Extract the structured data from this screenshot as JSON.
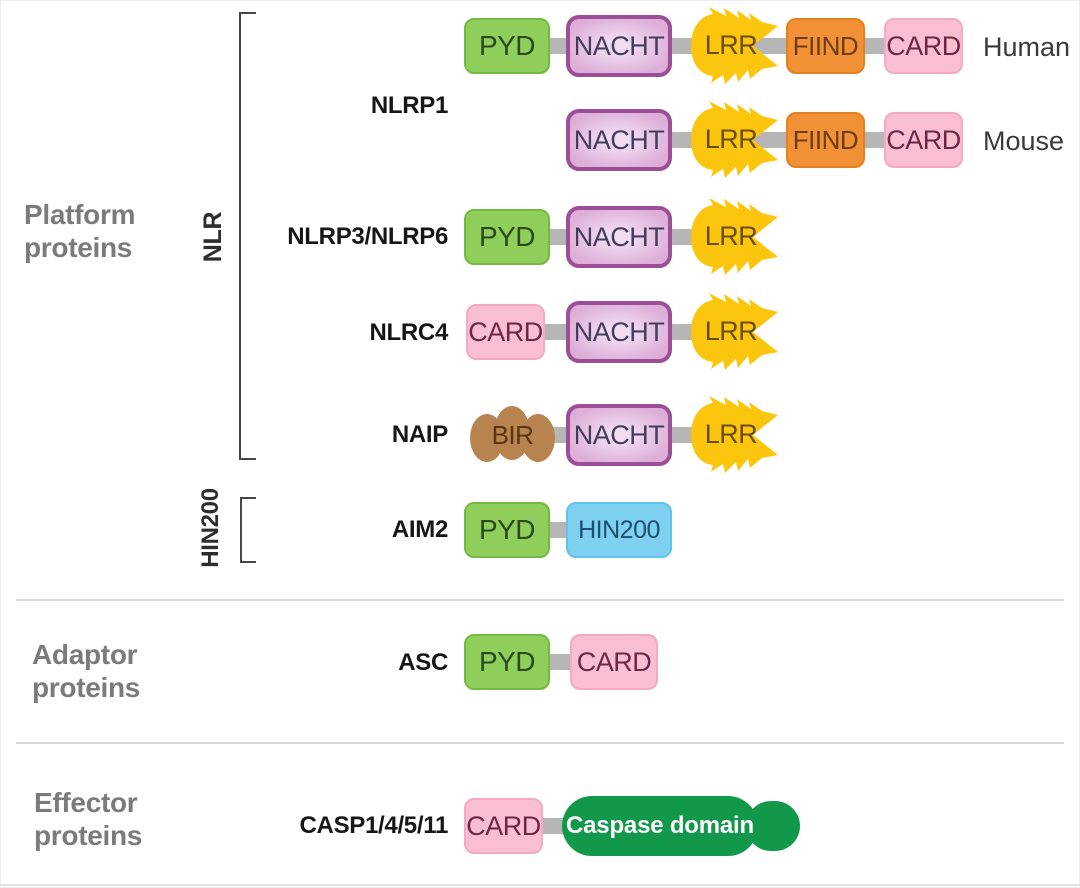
{
  "sections": {
    "platform": {
      "label": "Platform proteins"
    },
    "adaptor": {
      "label": "Adaptor proteins"
    },
    "effector": {
      "label": "Effector proteins"
    }
  },
  "groups": {
    "nlr": {
      "label": "NLR"
    },
    "hin200": {
      "label": "HIN200"
    }
  },
  "rows": {
    "nlrp1": {
      "label": "NLRP1"
    },
    "nlrp3": {
      "label": "NLRP3/NLRP6"
    },
    "nlrc4": {
      "label": "NLRC4"
    },
    "naip": {
      "label": "NAIP"
    },
    "aim2": {
      "label": "AIM2"
    },
    "asc": {
      "label": "ASC"
    },
    "casp": {
      "label": "CASP1/4/5/11"
    }
  },
  "variants": {
    "human": "Human",
    "mouse": "Mouse"
  },
  "domains": {
    "pyd": "PYD",
    "nacht": "NACHT",
    "lrr": "LRR",
    "fiind": "FIIND",
    "card": "CARD",
    "bir": "BIR",
    "hin200": "HIN200",
    "caspase": "Caspase domain"
  },
  "colors": {
    "pyd_fill": "#8fce5b",
    "nacht_fill": "#e0b3da",
    "nacht_border": "#9c4f97",
    "lrr_fill": "#fcc50e",
    "fiind_fill": "#f29035",
    "card_fill": "#f9bed2",
    "bir_fill": "#b7834e",
    "hin200_fill": "#7ed0f1",
    "caspase_fill": "#12984a",
    "connector": "#b6b6b6",
    "section_label": "#7b7b7b"
  }
}
